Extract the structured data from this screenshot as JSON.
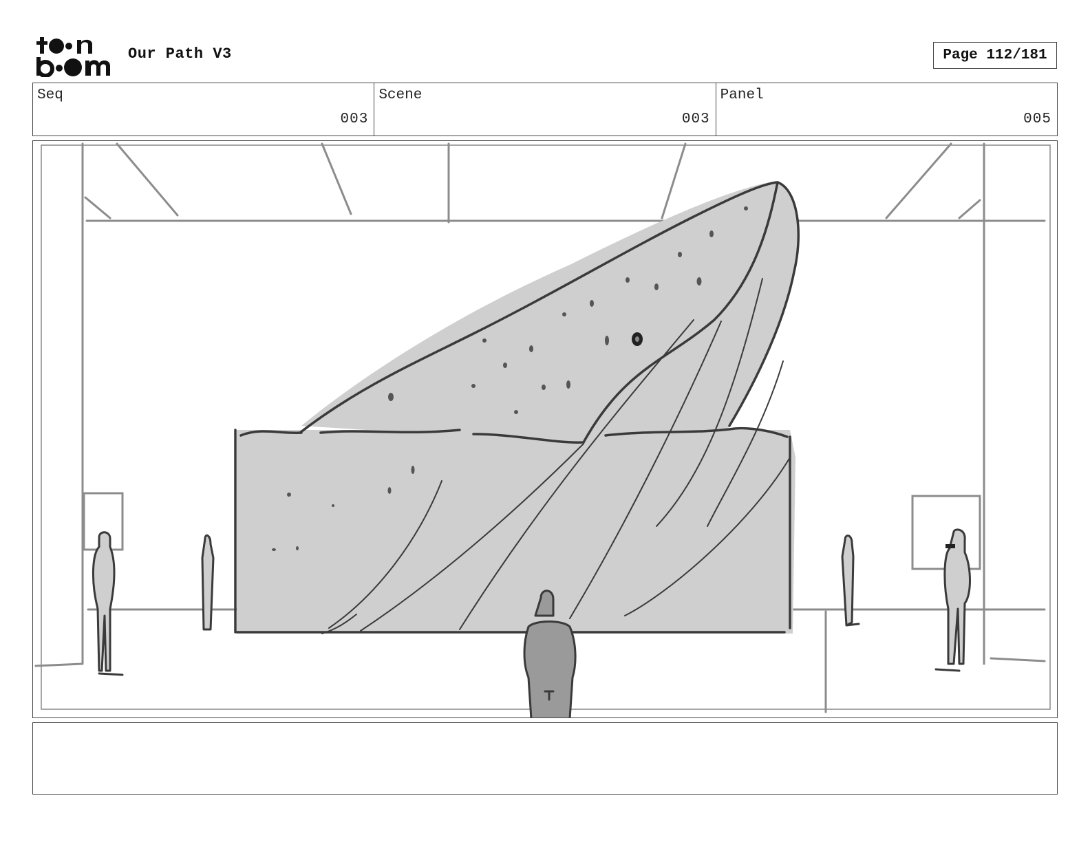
{
  "header": {
    "logo": {
      "top_text": "toon",
      "bottom_text": "boom",
      "icon": "toon-boom-logo"
    },
    "title": "Our Path V3",
    "page_label": "Page 112/181"
  },
  "info": {
    "seq": {
      "label": "Seq",
      "value": "003"
    },
    "scene": {
      "label": "Scene",
      "value": "003"
    },
    "panel": {
      "label": "Panel",
      "value": "005"
    }
  },
  "panel_image": {
    "description_icon": "storyboard-sketch-icon"
  },
  "colors": {
    "line": "#444444",
    "sketch_dark": "#3a3a3a",
    "sketch_mid": "#8c8c8c",
    "fill_gray": "#cfcfcf"
  }
}
